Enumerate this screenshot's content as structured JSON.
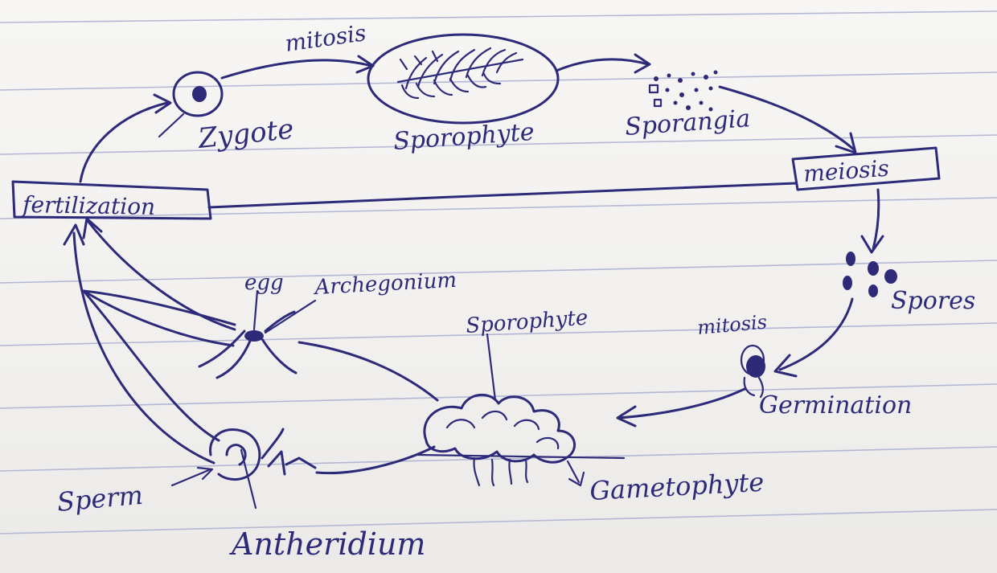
{
  "labels": {
    "mitosis_top": "mitosis",
    "zygote": "Zygote",
    "sporophyte_top": "Sporophyte",
    "sporangia": "Sporangia",
    "meiosis": "meiosis",
    "fertilization": "fertilization",
    "spores": "Spores",
    "egg": "egg",
    "archegonium": "Archegonium",
    "sporophyte_mid": "Sporophyte",
    "mitosis_mid": "mitosis",
    "germination": "Germination",
    "gametophyte": "Gametophyte",
    "sperm": "Sperm",
    "antheridium": "Antheridium"
  },
  "colors": {
    "ink": "#2d2a7a",
    "paper": "#f4f3f1",
    "rule": "#a9aed0"
  }
}
